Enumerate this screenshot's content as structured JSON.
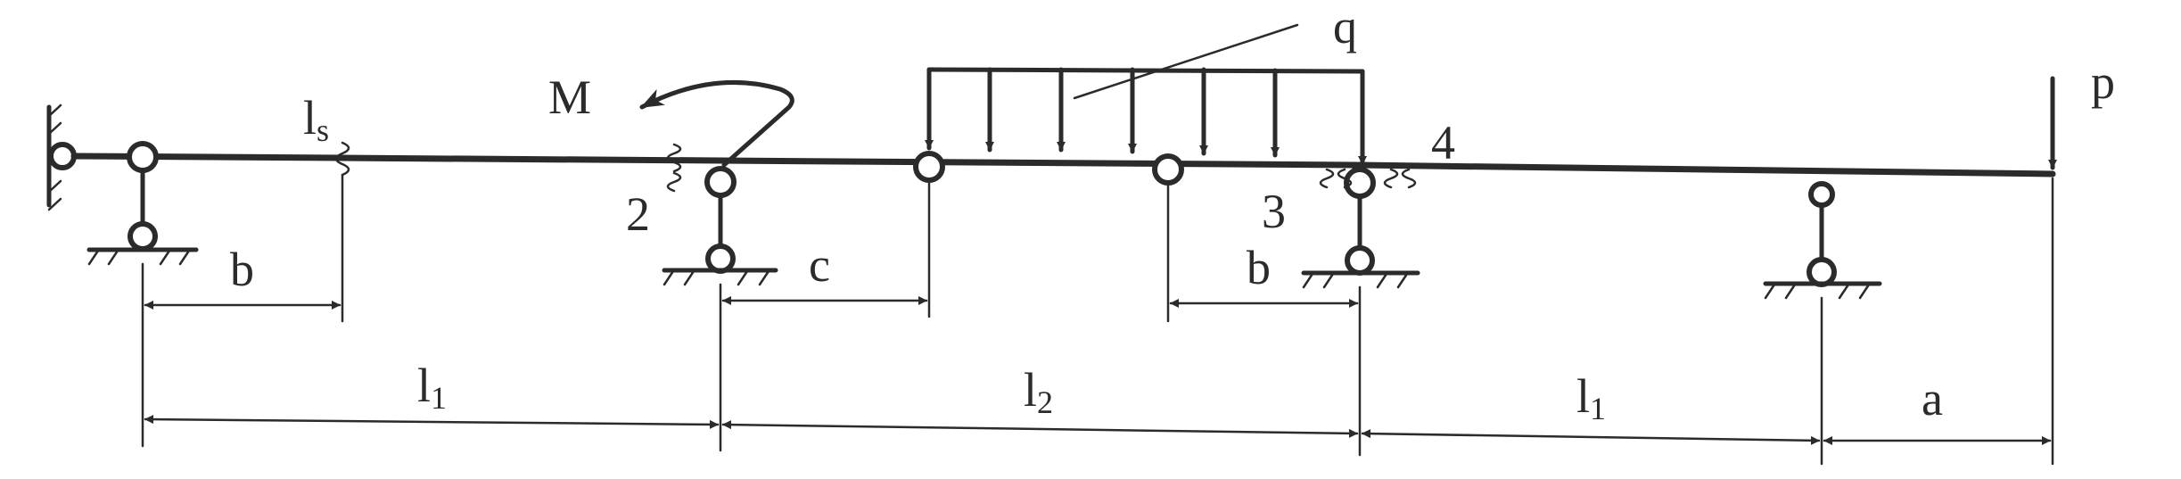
{
  "labels": {
    "l": "l",
    "l_sub": "s",
    "M": "M",
    "q": "q",
    "p": "p",
    "node2": "2",
    "node3": "3",
    "node4": "4",
    "b_left": "b",
    "c": "c",
    "b_right": "b",
    "l1_left": "l",
    "l1_left_sub": "1",
    "l2": "l",
    "l2_sub": "2",
    "l1_right": "l",
    "l1_right_sub": "1",
    "a": "a"
  },
  "colors": {
    "ink": "#2b2b2b",
    "background": "#ffffff"
  }
}
